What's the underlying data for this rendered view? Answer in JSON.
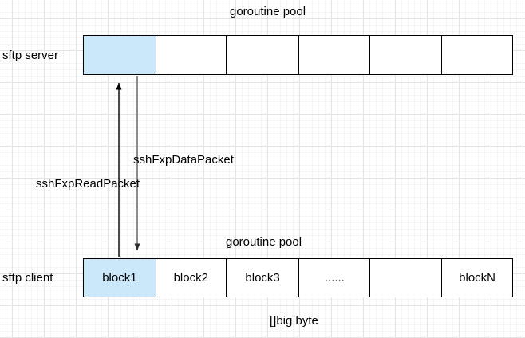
{
  "top_pool": {
    "title": "goroutine pool",
    "side_label": "sftp server",
    "cells": [
      "",
      "",
      "",
      "",
      "",
      ""
    ],
    "highlighted_cell_index": 0
  },
  "bottom_pool": {
    "title": "goroutine pool",
    "side_label": "sftp client",
    "cells": [
      "block1",
      "block2",
      "block3",
      "......",
      "",
      "blockN"
    ],
    "highlighted_cell_index": 0,
    "caption": "[]big byte"
  },
  "connectors": {
    "read": {
      "label": "sshFxpReadPacket",
      "direction": "up",
      "color": "#000000"
    },
    "data": {
      "label": "sshFxpDataPacket",
      "direction": "down",
      "color": "#8c8c8c"
    }
  },
  "colors": {
    "highlight_fill": "#cbe8fa",
    "shape_border": "#000000",
    "grid_major": "#e4e4e4",
    "grid_minor": "#f5f5f5"
  }
}
